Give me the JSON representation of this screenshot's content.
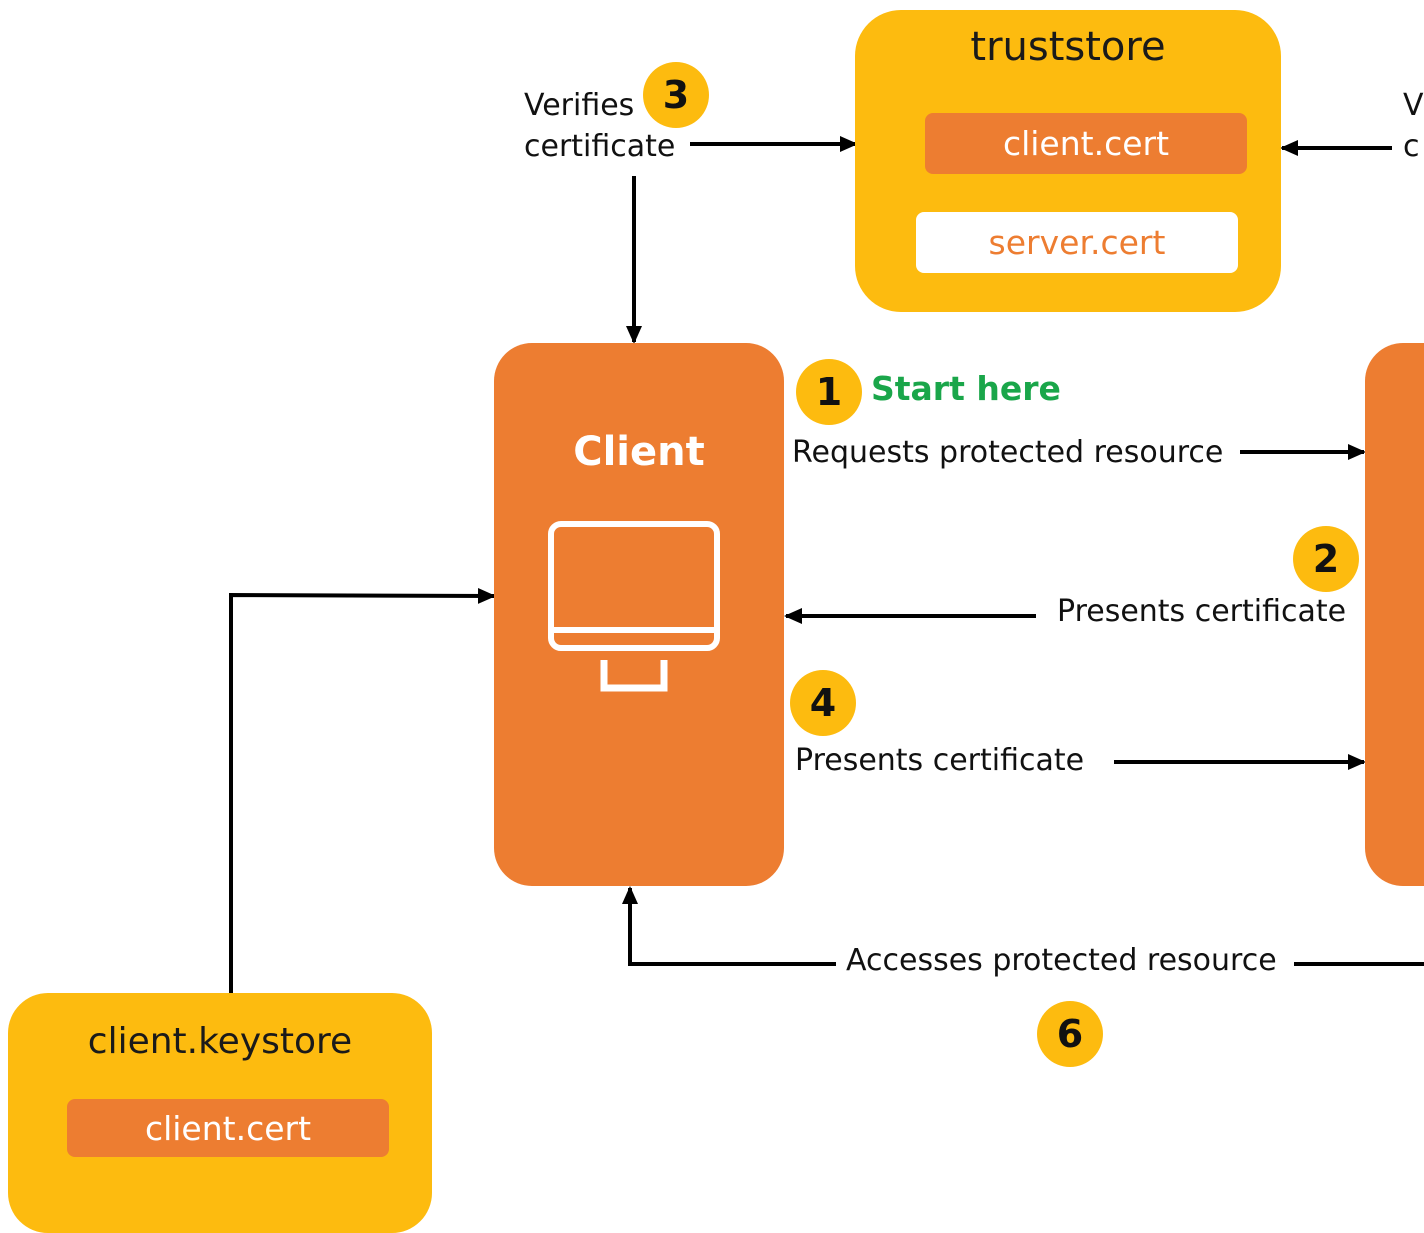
{
  "truststore": {
    "title": "truststore",
    "certs": [
      "client.cert",
      "server.cert"
    ]
  },
  "keystore": {
    "title": "client.keystore",
    "cert": "client.cert"
  },
  "client": {
    "title": "Client",
    "icon": "monitor-icon"
  },
  "steps": {
    "s1": {
      "number": "1",
      "label": "Start here"
    },
    "s2": {
      "number": "2",
      "label": "Presents certificate"
    },
    "s3": {
      "number": "3",
      "label_line1": "Verifies",
      "label_line2": "certificate"
    },
    "s4": {
      "number": "4",
      "label": "Presents certificate"
    },
    "s6": {
      "number": "6",
      "label": "Accesses protected resource"
    }
  },
  "labels": {
    "requests": "Requests protected resource",
    "right_partial_line1": "V",
    "right_partial_line2": "c"
  },
  "colors": {
    "store_yellow": "#fdbb0f",
    "node_orange": "#ed7d31",
    "start_green": "#1aa64a"
  }
}
